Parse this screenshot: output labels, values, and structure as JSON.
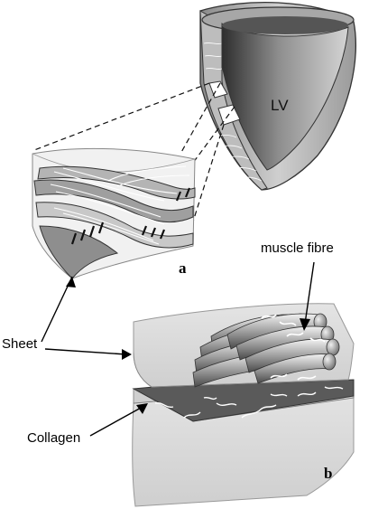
{
  "labels": {
    "lv": "LV",
    "panel_a": "a",
    "panel_b": "b",
    "muscle_fibre": "muscle fibre",
    "sheet": "Sheet",
    "collagen": "Collagen"
  },
  "colors": {
    "outline": "#333333",
    "sheet_light": "#e2e2e2",
    "sheet_mid": "#a9a9a9",
    "sheet_dark": "#6f6f6f",
    "collagen_strand": "#ffffff"
  }
}
